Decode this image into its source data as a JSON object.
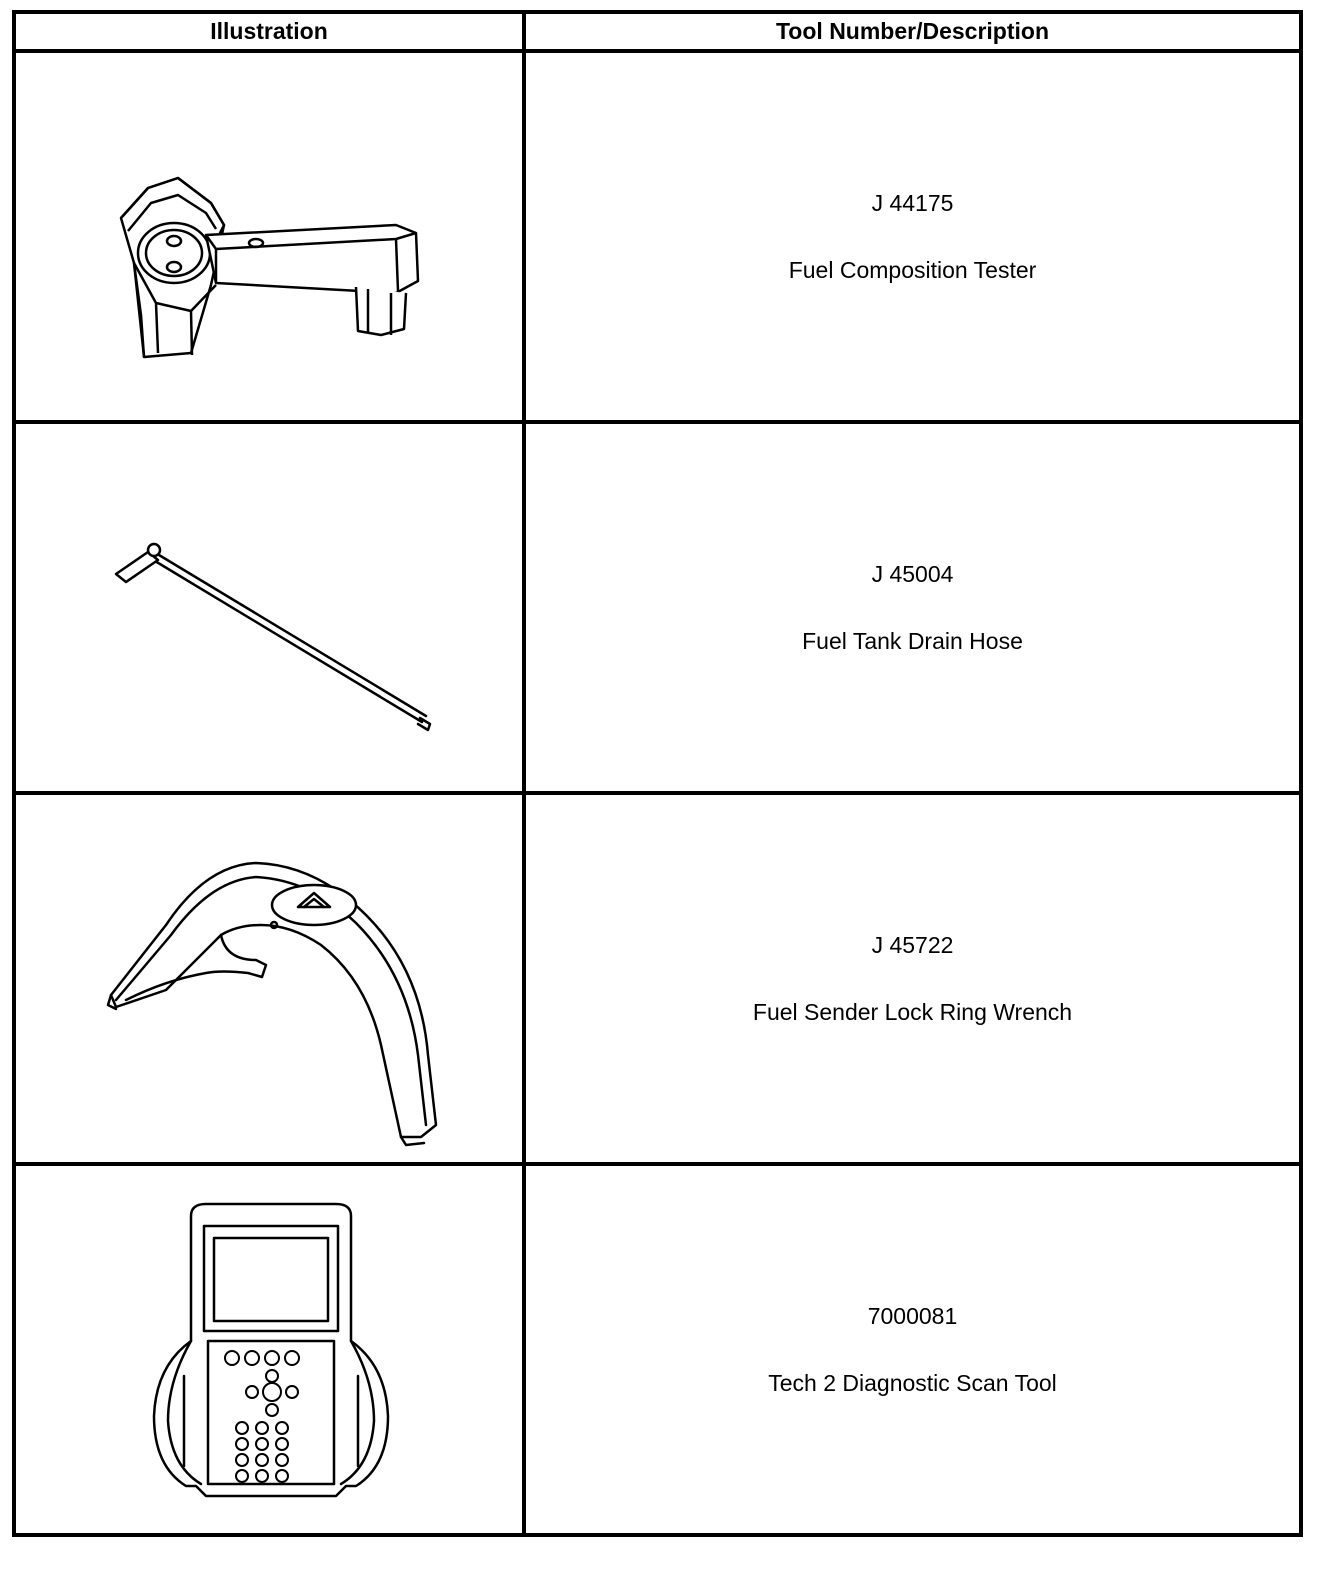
{
  "header": {
    "illustration_label": "Illustration",
    "tool_label": "Tool Number/Description"
  },
  "tools": [
    {
      "number": "J 44175",
      "description": "Fuel Composition Tester",
      "icon": "fuel-composition-tester-icon"
    },
    {
      "number": "J 45004",
      "description": "Fuel Tank Drain Hose",
      "icon": "fuel-tank-drain-hose-icon"
    },
    {
      "number": "J 45722",
      "description": "Fuel Sender Lock Ring Wrench",
      "icon": "lock-ring-wrench-icon"
    },
    {
      "number": "7000081",
      "description": "Tech 2 Diagnostic Scan Tool",
      "icon": "scan-tool-icon"
    }
  ]
}
